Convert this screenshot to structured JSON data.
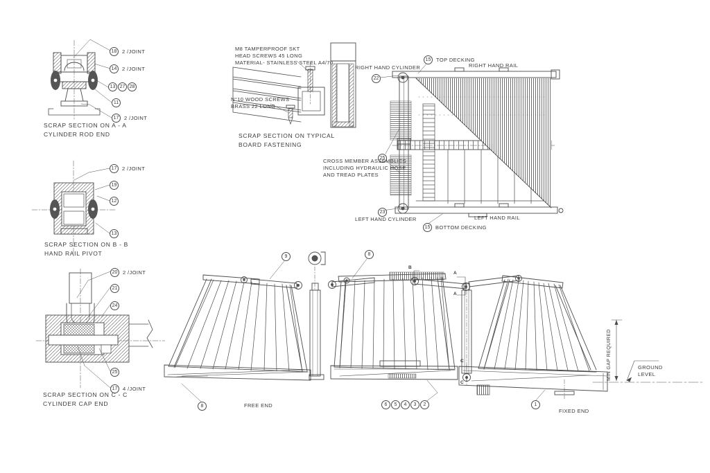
{
  "palette": {
    "line": "#4a4a4a",
    "dark": "#555555"
  },
  "scrap_a": {
    "caption": [
      "SCRAP SECTION ON A - A",
      "CYLINDER ROD END"
    ],
    "callouts": {
      "c18": "18",
      "c18_suffix": "2 /JOINT",
      "c14": "14",
      "c14_suffix": "2 /JOINT",
      "c13": "13",
      "c27": "27",
      "c28": "28",
      "c11": "11",
      "c17": "17",
      "c17_suffix": "2 /JOINT"
    }
  },
  "scrap_b": {
    "caption": [
      "SCRAP SECTION ON B - B",
      "HAND RAIL PIVOT"
    ],
    "callouts": {
      "c17": "17",
      "c17_suffix": "2 /JOINT",
      "c19": "19",
      "c12": "12",
      "c13": "13"
    }
  },
  "scrap_c": {
    "caption": [
      "SCRAP SECTION ON C - C",
      "CYLINDER CAP END"
    ],
    "callouts": {
      "c20": "20",
      "c20_suffix": "2 /JOINT",
      "c21": "21",
      "c24": "24",
      "c25": "25",
      "c17": "17",
      "c17_suffix": "4 /JOINT"
    }
  },
  "board_fastening": {
    "note_m8": [
      "M8 TAMPERPROOF SKT",
      "HEAD SCREWS 45 LONG",
      "MATERIAL- STAINLESS STEEL A4/70"
    ],
    "note_wood": [
      "N°10 WOOD SCREWS",
      "BRASS 22 LONG"
    ],
    "caption": [
      "SCRAP SECTION ON TYPICAL",
      "BOARD FASTENING"
    ]
  },
  "plan_view": {
    "balloon_22": "22",
    "right_hand_cylinder": "RIGHT HAND CYLINDER",
    "balloon_15_top": "15",
    "top_decking": "TOP DECKING",
    "right_hand_rail": "RIGHT HAND RAIL",
    "balloon_25": "25",
    "cross_member": [
      "CROSS MEMBER ASSEMBLIES",
      "INCLUDING HYDRAULIC HOSE",
      "AND TREAD PLATES"
    ],
    "balloon_23": "23",
    "left_hand_cylinder": "LEFT HAND CYLINDER",
    "left_hand_rail": "LEFT HAND RAIL",
    "balloon_15_bottom": "15",
    "bottom_decking": "BOTTOM DECKING"
  },
  "elevation": {
    "balloon_9": "9",
    "balloon_8_top": "8",
    "balloon_8_free": "8",
    "free_end": "FREE END",
    "group_balloons": [
      "6",
      "5",
      "4",
      "3",
      "2"
    ],
    "balloon_1": "1",
    "fixed_end": "FIXED END",
    "min_gap": "MIN GAP REQUIRED",
    "ground_level": [
      "GROUND",
      "LEVEL"
    ],
    "section_b": "B",
    "section_a": "A",
    "section_c": "C"
  }
}
